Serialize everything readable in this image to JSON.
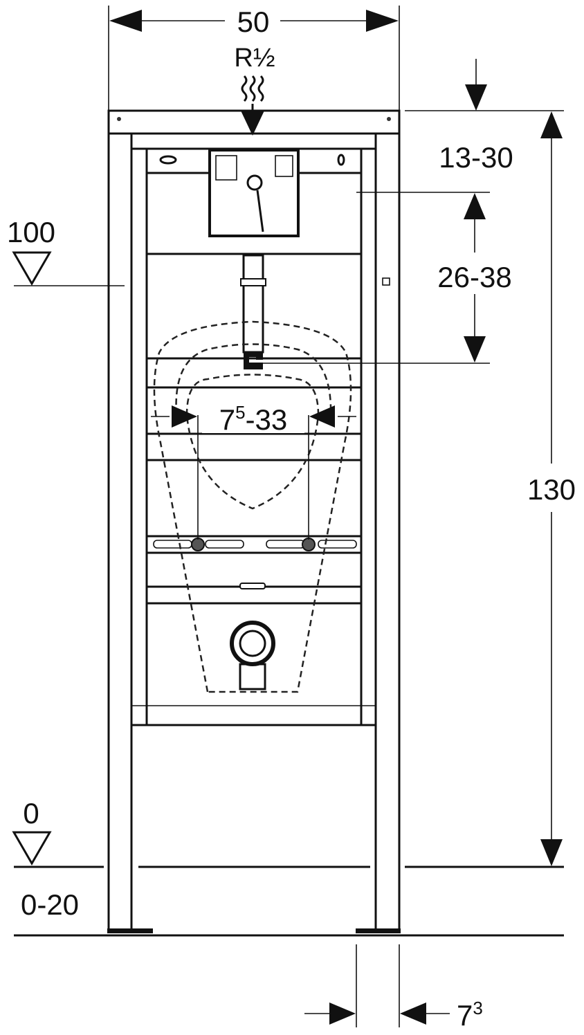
{
  "title": "Urinal installation frame dimension drawing",
  "labels": {
    "frame_width": "50",
    "water_connection": "R½",
    "top_range": "13-30",
    "supply_range": "26-38",
    "total_height": "130",
    "level_100": "100",
    "level_0": "0",
    "leg_adjust": "0-20",
    "spacing_base": "7",
    "spacing_sup": "5",
    "spacing_rest": "-33",
    "depth_base": "7",
    "depth_sup": "3"
  }
}
